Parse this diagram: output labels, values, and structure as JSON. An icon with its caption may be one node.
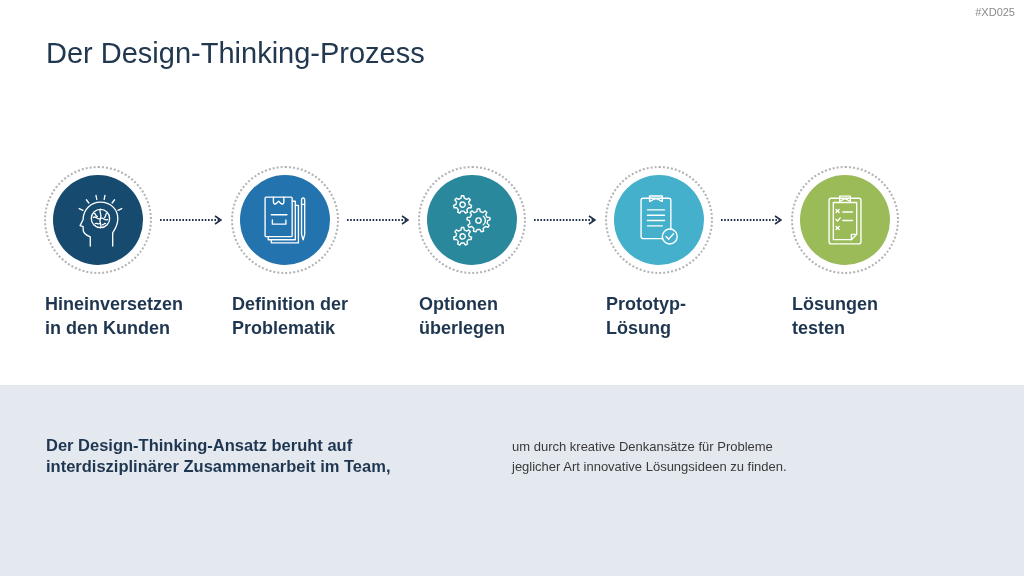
{
  "diagram": {
    "title": "Der Design-Thinking-Prozess",
    "nodes": [
      {
        "text": [
          "Hineinversetzen in den Kunden"
        ]
      },
      {
        "text": [
          "Definition der Problematik"
        ]
      },
      {
        "text": [
          "Optionen überlegen"
        ]
      },
      {
        "text": [
          "Prototyp-Lösung"
        ]
      },
      {
        "text": [
          "Lösungen testen"
        ]
      },
      {
        "text": [
          "Der Design-Thinking-Ansatz beruht auf interdisziplinärer Zusammenarbeit im Team,",
          "um durch kreative Denkansätze für Probleme jeglicher Art innovative Lösungsideen zu finden."
        ]
      }
    ],
    "edges": [
      {
        "from": 0,
        "to": 1,
        "arrow": "to",
        "style": "dashed"
      },
      {
        "from": 1,
        "to": 2,
        "arrow": "to",
        "style": "dashed"
      },
      {
        "from": 2,
        "to": 3,
        "arrow": "to",
        "style": "dashed"
      },
      {
        "from": 3,
        "to": 4,
        "arrow": "to",
        "style": "dashed"
      }
    ],
    "labels": [
      "#XD025"
    ]
  }
}
